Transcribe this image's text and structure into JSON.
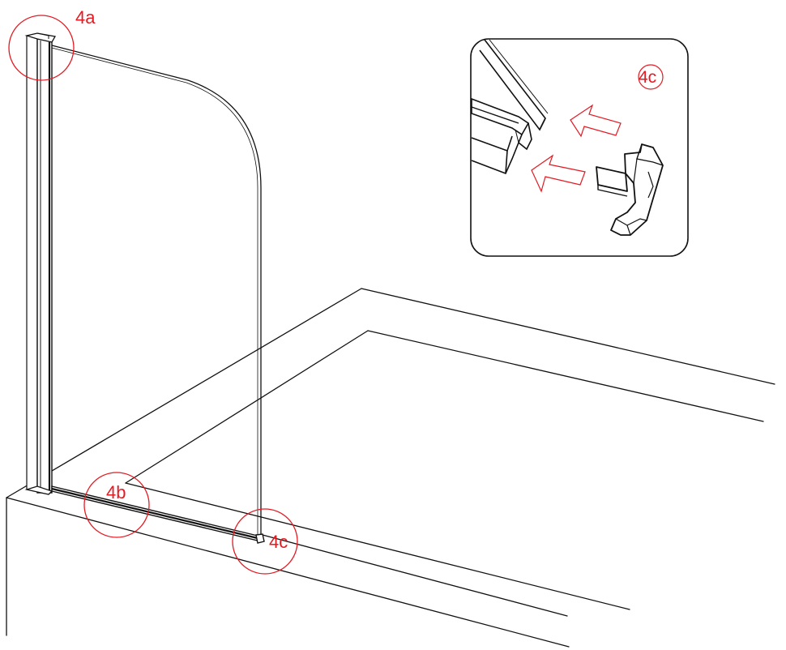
{
  "colors": {
    "line": "#111111",
    "callout": "#e31b23",
    "background": "#ffffff"
  },
  "callouts": [
    {
      "id": "4a",
      "label": "4a"
    },
    {
      "id": "4b",
      "label": "4b"
    },
    {
      "id": "4c",
      "label": "4c"
    }
  ],
  "inset": {
    "label": "4c",
    "icons": [
      "arrow-right-outline-icon",
      "arrow-right-outline-icon",
      "end-cap-icon"
    ]
  }
}
